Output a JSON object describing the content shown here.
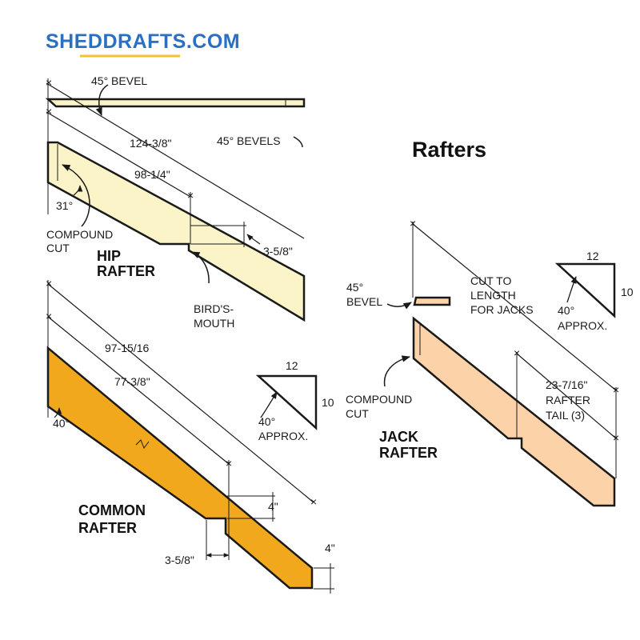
{
  "logo": {
    "text": "SHEDDRAFTS.COM",
    "color": "#2a6fc2",
    "underline": "#f2c230"
  },
  "title": "Rafters",
  "colors": {
    "hip_fill": "#fbf4c8",
    "common_fill": "#f2a81d",
    "jack_fill": "#fcd2a8",
    "line": "#1a1a1a"
  },
  "hip": {
    "name_line1": "HIP",
    "name_line2": "RAFTER",
    "bevel_top": "45° BEVEL",
    "bevels": "45° BEVELS",
    "length_total": "124-3/8\"",
    "length_seat": "98-1/4\"",
    "angle": "31°",
    "compound_line1": "COMPOUND",
    "compound_line2": "CUT",
    "seat_depth": "3-5/8\"",
    "birdsmouth_line1": "BIRD'S-",
    "birdsmouth_line2": "MOUTH"
  },
  "common": {
    "name_line1": "COMMON",
    "name_line2": "RAFTER",
    "length_total": "97-15/16",
    "length_seat": "77-3/8\"",
    "angle": "40°",
    "pitch_run": "12",
    "pitch_rise": "10",
    "approx_line1": "40°",
    "approx_line2": "APPROX.",
    "notch_depth": "4\"",
    "seat_width": "3-5/8\"",
    "tail_depth": "4\""
  },
  "jack": {
    "name_line1": "JACK",
    "name_line2": "RAFTER",
    "bevel_line1": "45°",
    "bevel_line2": "BEVEL",
    "cut_line1": "CUT TO",
    "cut_line2": "LENGTH",
    "cut_line3": "FOR JACKS",
    "pitch_run": "12",
    "pitch_rise": "10",
    "approx_line1": "40°",
    "approx_line2": "APPROX.",
    "compound_line1": "COMPOUND",
    "compound_line2": "CUT",
    "tail_line1": "23-7/16\"",
    "tail_line2": "RAFTER",
    "tail_line3": "TAIL (3)"
  }
}
